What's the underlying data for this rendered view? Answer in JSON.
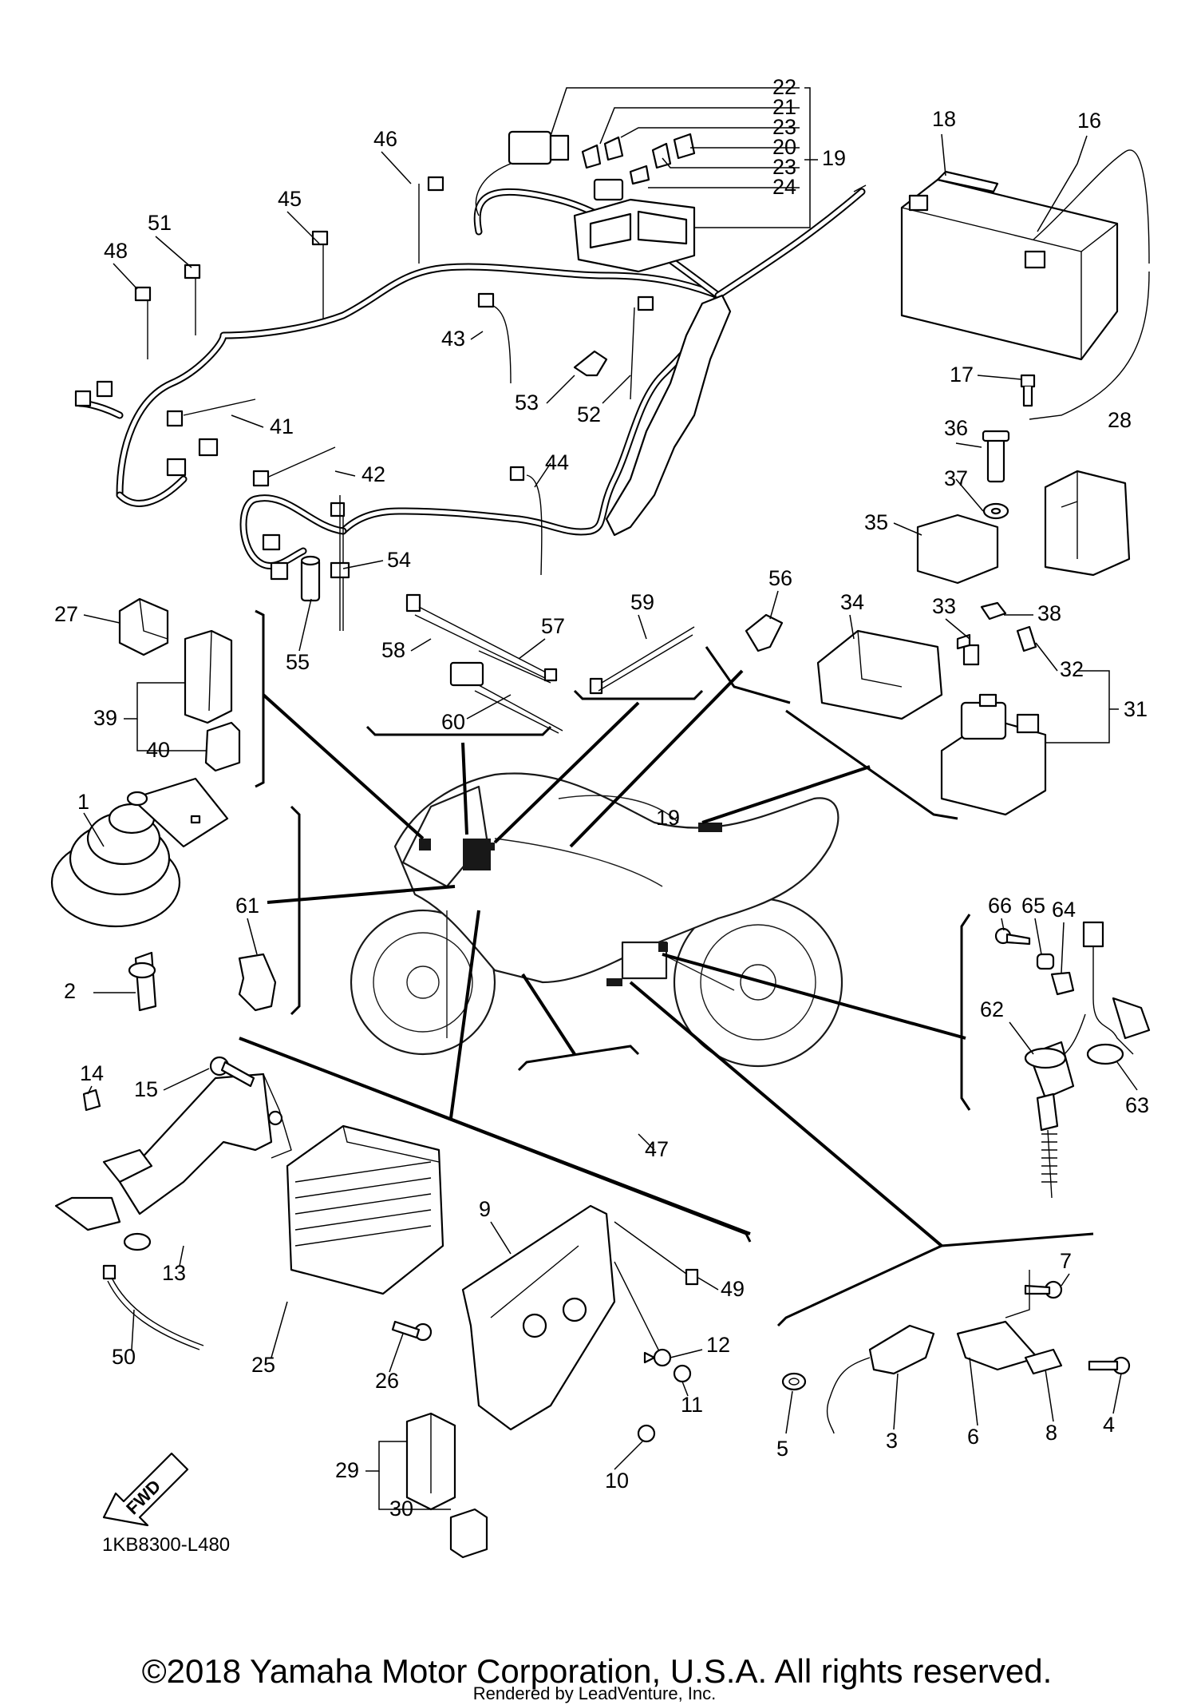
{
  "diagram": {
    "part_number_label": "1KB8300-L480",
    "fwd_label": "FWD",
    "copyright": "©2018 Yamaha Motor Corporation, U.S.A. All rights reserved.",
    "rendered_by": "Rendered by LeadVenture, Inc."
  },
  "callouts": {
    "c1": "1",
    "c2": "2",
    "c3": "3",
    "c4": "4",
    "c5": "5",
    "c6": "6",
    "c7": "7",
    "c8": "8",
    "c9": "9",
    "c10": "10",
    "c11": "11",
    "c12": "12",
    "c13": "13",
    "c14": "14",
    "c15": "15",
    "c16": "16",
    "c17": "17",
    "c18": "18",
    "c19": "19",
    "c19b": "19",
    "c20": "20",
    "c21": "21",
    "c22": "22",
    "c23a": "23",
    "c23b": "23",
    "c24": "24",
    "c25": "25",
    "c26": "26",
    "c27": "27",
    "c28": "28",
    "c29": "29",
    "c30": "30",
    "c31": "31",
    "c32": "32",
    "c33": "33",
    "c34": "34",
    "c35": "35",
    "c36": "36",
    "c37": "37",
    "c38": "38",
    "c39": "39",
    "c40": "40",
    "c41": "41",
    "c42": "42",
    "c43": "43",
    "c44": "44",
    "c45": "45",
    "c46": "46",
    "c47": "47",
    "c48": "48",
    "c49": "49",
    "c50": "50",
    "c51": "51",
    "c52": "52",
    "c53": "53",
    "c54": "54",
    "c55": "55",
    "c56": "56",
    "c57": "57",
    "c58": "58",
    "c59": "59",
    "c60": "60",
    "c61": "61",
    "c62": "62",
    "c63": "63",
    "c64": "64",
    "c65": "65",
    "c66": "66"
  }
}
